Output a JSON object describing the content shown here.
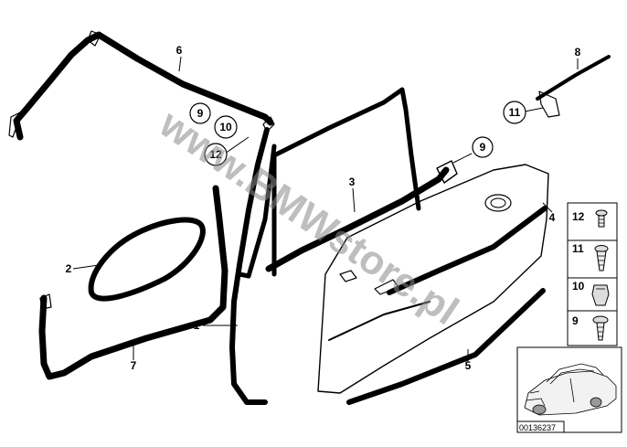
{
  "watermark": "www.BMWstore.pl",
  "diagram_id": "00136237",
  "part_labels": {
    "p1": "1",
    "p2": "2",
    "p3": "3",
    "p4": "4",
    "p5": "5",
    "p6": "6",
    "p7": "7",
    "p8": "8"
  },
  "circled_labels": {
    "c9a": "9",
    "c10": "10",
    "c12": "12",
    "c9b": "9",
    "c11": "11"
  },
  "legend": [
    {
      "number": "12",
      "icon": "clip-12-icon"
    },
    {
      "number": "11",
      "icon": "clip-11-icon"
    },
    {
      "number": "10",
      "icon": "clip-10-icon"
    },
    {
      "number": "9",
      "icon": "clip-9-icon"
    }
  ]
}
